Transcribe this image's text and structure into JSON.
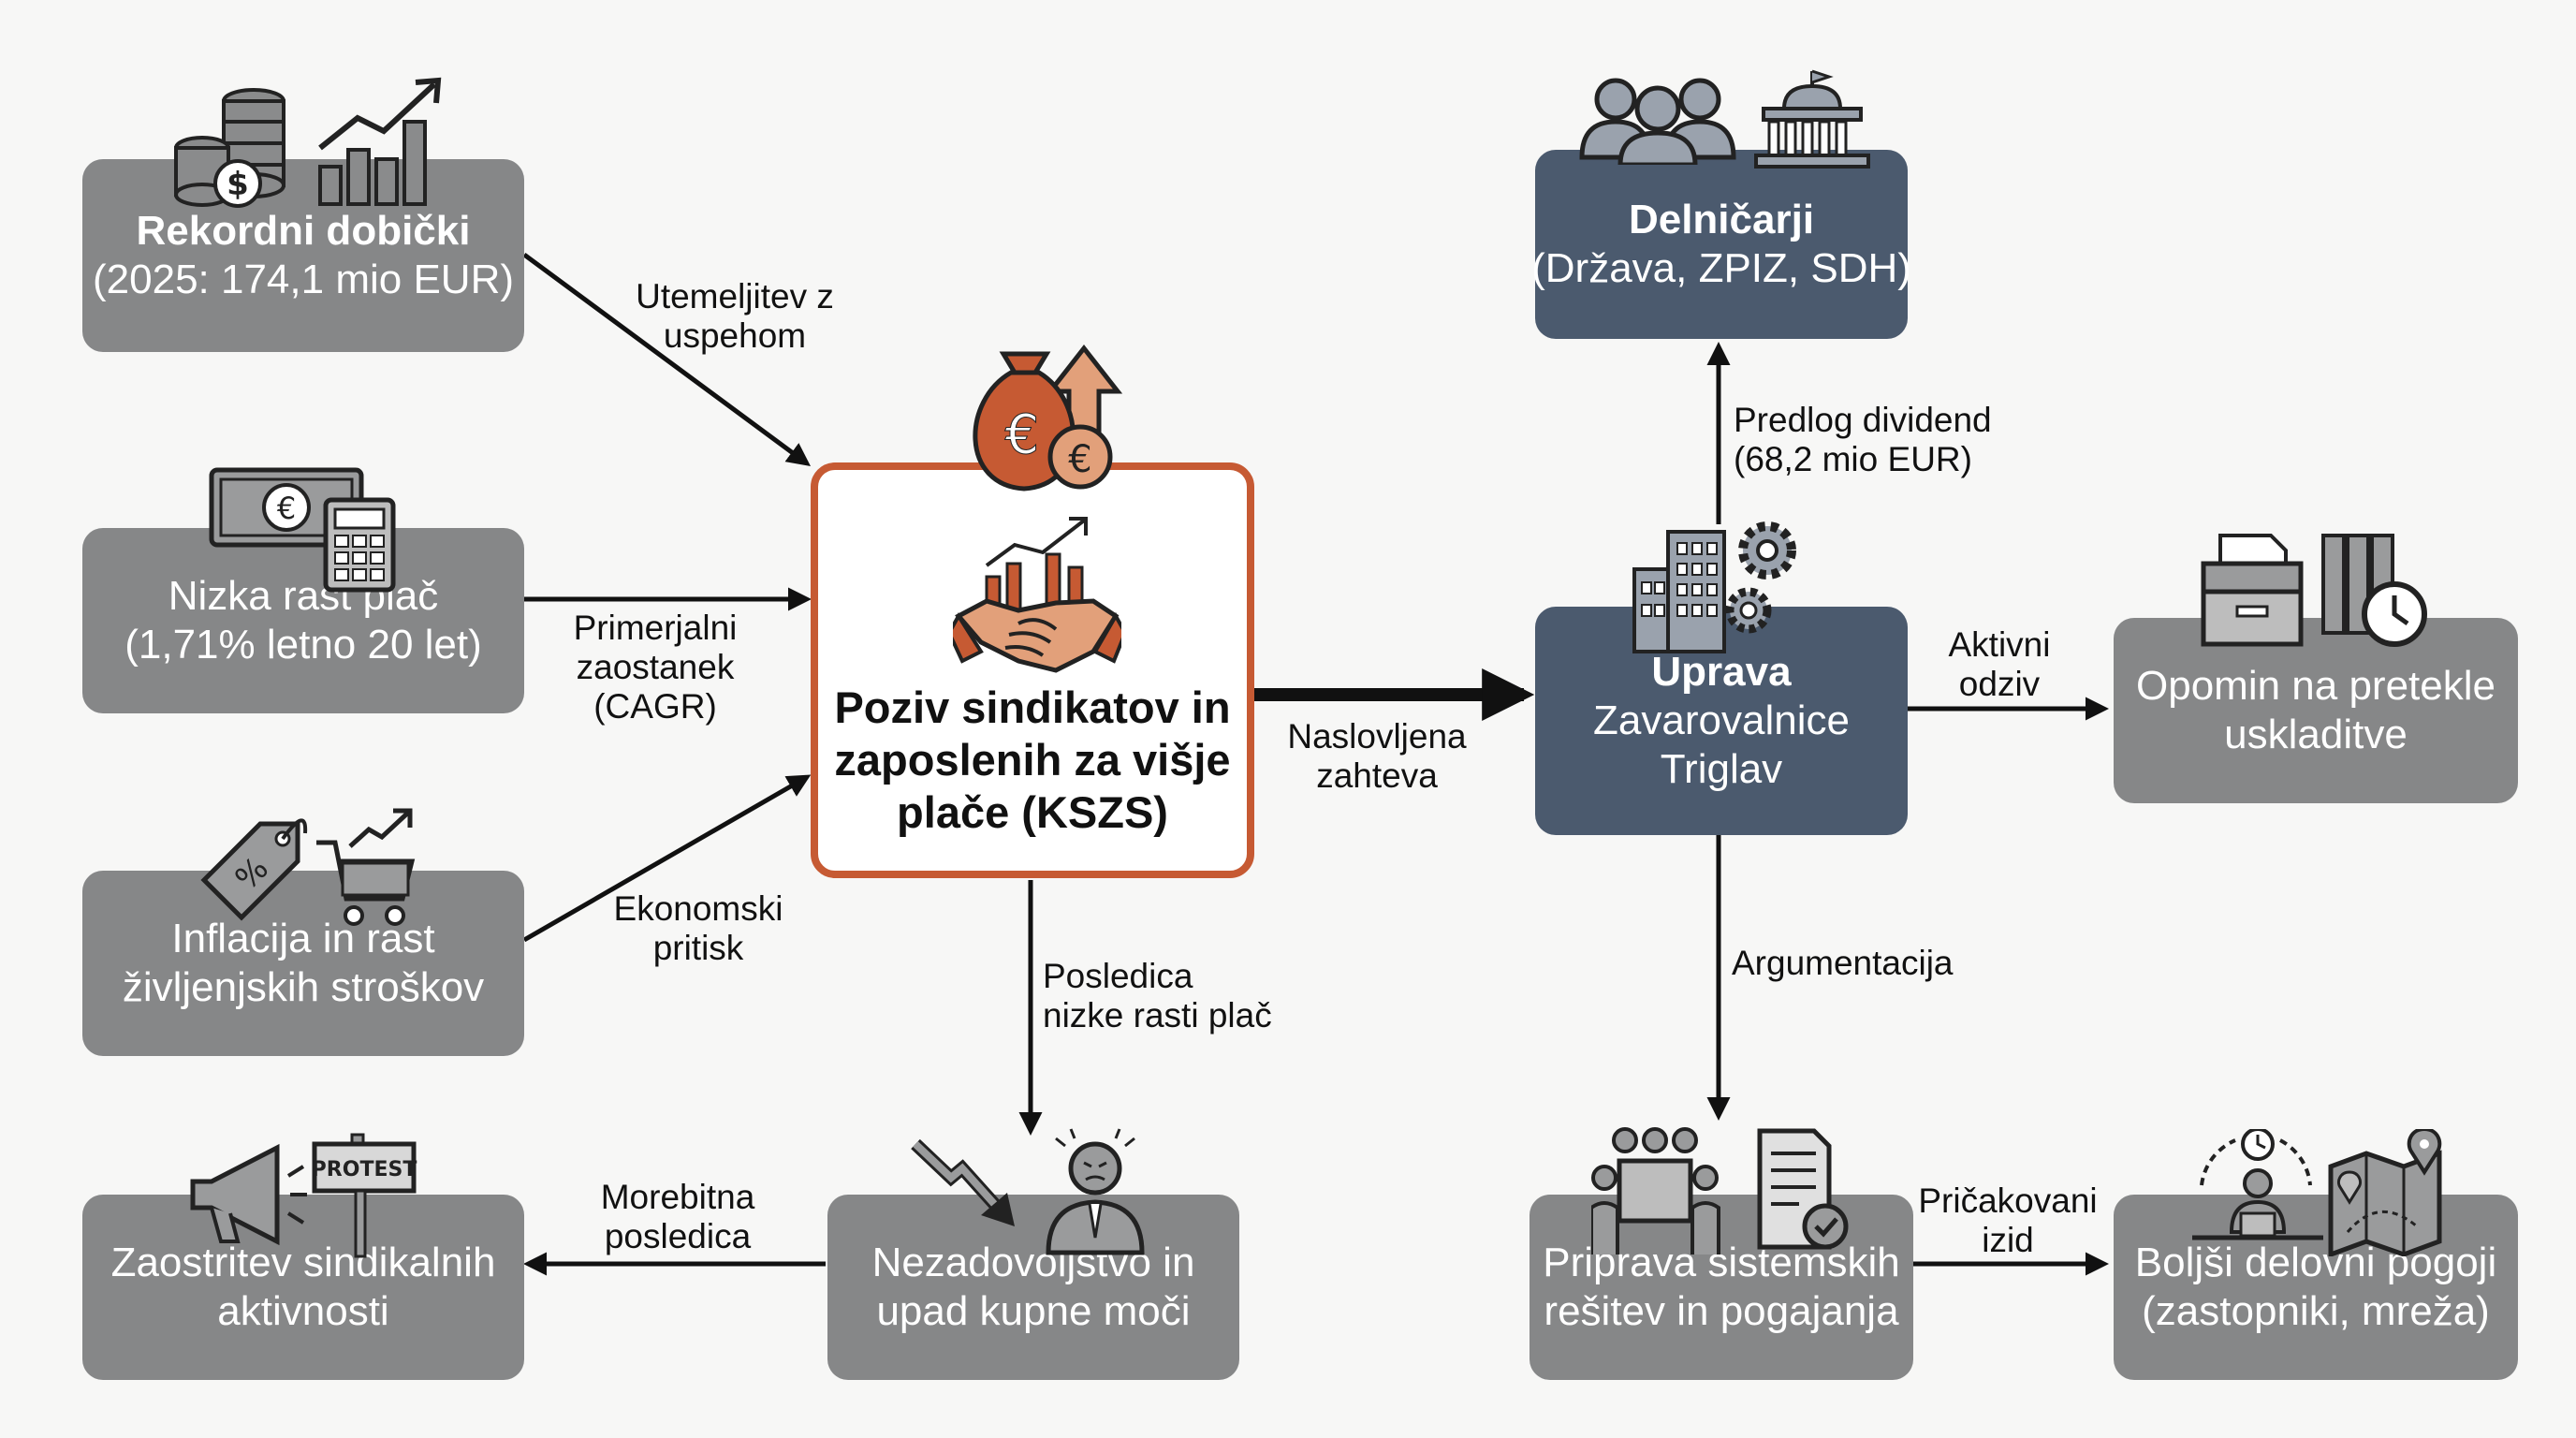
{
  "nodes": {
    "rekordni": {
      "lines": [
        "Rekordni dobički",
        "(2025: 174,1 mio EUR)"
      ]
    },
    "nizka": {
      "lines": [
        "Nizka rast plač",
        "(1,71% letno 20 let)"
      ]
    },
    "inflacija": {
      "lines": [
        "Inflacija in rast",
        "življenjskih stroškov"
      ]
    },
    "zaostritev": {
      "lines": [
        "Zaostritev sindikalnih",
        "aktivnosti"
      ]
    },
    "center": {
      "lines": [
        "Poziv sindikatov in",
        "zaposlenih za višje",
        "plače (KSZS)"
      ]
    },
    "nezadovoljstvo": {
      "lines": [
        "Nezadovoljstvo in",
        "upad kupne moči"
      ]
    },
    "delnicarji": {
      "lines": [
        "Delničarji",
        "(Država, ZPIZ, SDH)"
      ]
    },
    "uprava": {
      "lines": [
        "Uprava",
        "Zavarovalnice",
        "Triglav"
      ]
    },
    "opomin": {
      "lines": [
        "Opomin na pretekle",
        "uskladitve"
      ]
    },
    "priprava": {
      "lines": [
        "Priprava sistemskih",
        "rešitev in pogajanja"
      ]
    },
    "boljsi": {
      "lines": [
        "Boljši delovni pogoji",
        "(zastopniki, mreža)"
      ]
    }
  },
  "edges": {
    "utemeljitev": [
      "Utemeljitev z",
      "uspehom"
    ],
    "primerjalni": [
      "Primerjalni",
      "zaostanek",
      "(CAGR)"
    ],
    "ekonomski": [
      "Ekonomski",
      "pritisk"
    ],
    "posledica": [
      "Posledica",
      "nizke rasti plač"
    ],
    "morebitna": [
      "Morebitna",
      "posledica"
    ],
    "naslovljena": [
      "Naslovljena",
      "zahteva"
    ],
    "predlog": [
      "Predlog dividend",
      "(68,2 mio EUR)"
    ],
    "aktivni": [
      "Aktivni",
      "odziv"
    ],
    "argumentacija": [
      "Argumentacija"
    ],
    "pricakovani": [
      "Pričakovani",
      "izid"
    ]
  },
  "icons": {
    "protest_sign": "PROTEST"
  },
  "colors": {
    "gray_box": "#868788",
    "navy_box": "#4b5a6e",
    "accent_orange": "#c65a33",
    "arrow": "#111111"
  }
}
